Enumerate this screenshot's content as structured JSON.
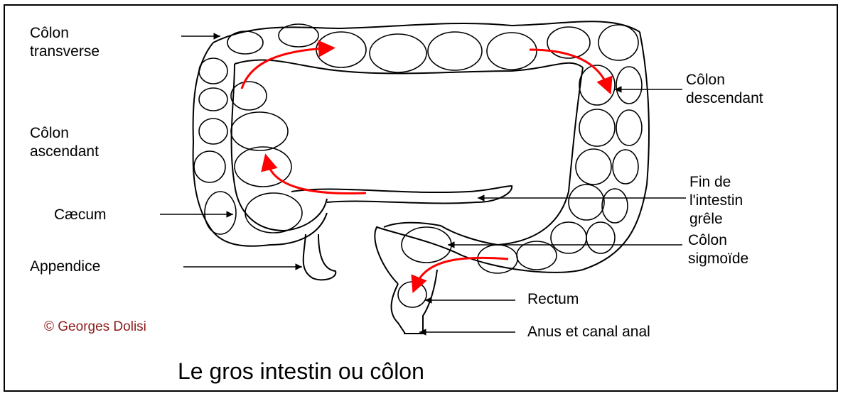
{
  "labels": {
    "colon_transverse": [
      "Côlon",
      "transverse"
    ],
    "colon_ascendant": [
      "Côlon",
      "ascendant"
    ],
    "caecum": "Cæcum",
    "appendice": "Appendice",
    "colon_descendant": [
      "Côlon",
      "descendant"
    ],
    "fin_intestin": [
      "Fin de",
      "l'intestin",
      "grêle"
    ],
    "colon_sigmoide": [
      "Côlon",
      "sigmoïde"
    ],
    "rectum": "Rectum",
    "anus": "Anus et canal anal"
  },
  "credit": "© Georges Dolisi",
  "title": "Le gros intestin ou côlon",
  "colors": {
    "arrow": "#ff0000",
    "credit": "#8b1a1a",
    "line": "#000000"
  }
}
